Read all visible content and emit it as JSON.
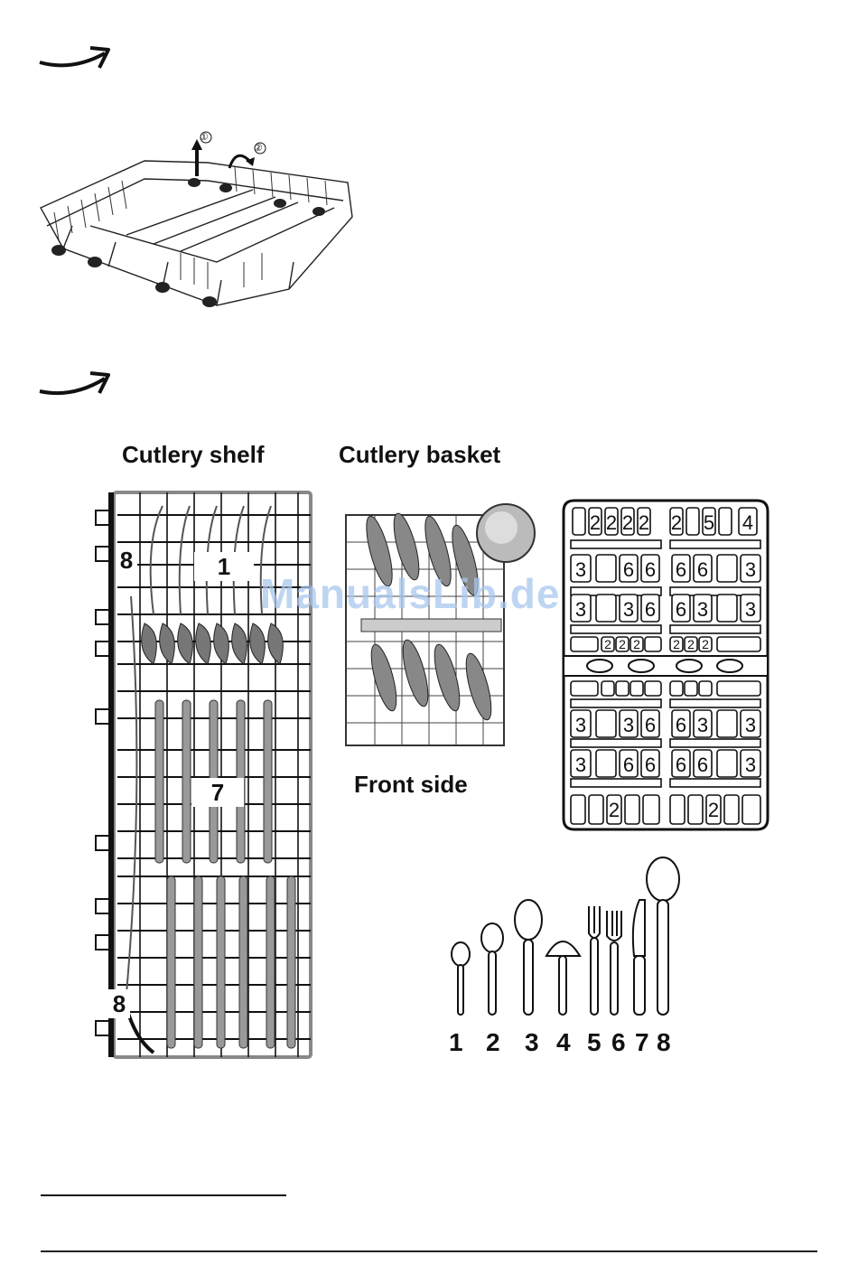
{
  "page": {
    "arrow1": "arrow-right-icon",
    "arrow2": "arrow-right-icon"
  },
  "upper_figure": {
    "step_labels": [
      "①",
      "②"
    ]
  },
  "cutlery": {
    "shelf_title": "Cutlery shelf",
    "basket_title": "Cutlery basket",
    "front_side": "Front side",
    "shelf_labels": {
      "top_left": "8",
      "top_center": "1",
      "middle": "7",
      "bottom_left": "8"
    },
    "tray_grid": {
      "top": [
        "2",
        "2",
        "2",
        "2",
        "2",
        "5",
        "4"
      ],
      "rows_a": [
        [
          "3",
          "6",
          "6",
          "6",
          "6",
          "3"
        ],
        [
          "3",
          "3",
          "6",
          "6",
          "3",
          "3"
        ]
      ],
      "small_a": [
        "2",
        "2",
        "2",
        "2",
        "2",
        "2"
      ],
      "rows_b": [
        [
          "3",
          "3",
          "6",
          "6",
          "3",
          "3"
        ],
        [
          "3",
          "6",
          "6",
          "6",
          "6",
          "3"
        ]
      ],
      "bottom": [
        "2",
        "2"
      ]
    },
    "utensil_numbers": [
      "1",
      "2",
      "3",
      "4",
      "5",
      "6",
      "7",
      "8"
    ]
  },
  "watermark": "ManualsLib.de"
}
